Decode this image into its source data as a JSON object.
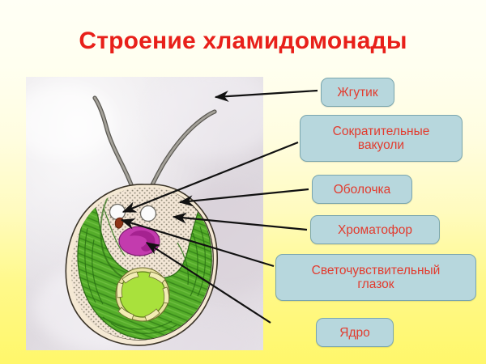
{
  "slide": {
    "title": "Строение хламидомонады",
    "title_color": "#e8201a",
    "background_top_color": "#fffff5",
    "background_bottom_color": "#fff76a"
  },
  "figure": {
    "caption_type": "biology-diagram-photo",
    "organism": "Chlamydomonas",
    "panel_background_color": "#e6e2e6",
    "parts": [
      {
        "name": "flagellum-left",
        "color": "#8a8a86"
      },
      {
        "name": "flagellum-right",
        "color": "#8a8a86"
      },
      {
        "name": "cell-wall",
        "color": "#f2e3c8"
      },
      {
        "name": "cytoplasm",
        "color": "#f0e2d2"
      },
      {
        "name": "chromatophore",
        "color": "#4aa52a"
      },
      {
        "name": "pyrenoid",
        "color": "#a8e038"
      },
      {
        "name": "nucleus",
        "color": "#c33bae"
      },
      {
        "name": "contractile-vacuole-1",
        "color": "#ffffff"
      },
      {
        "name": "contractile-vacuole-2",
        "color": "#ffffff"
      },
      {
        "name": "eyespot",
        "color": "#8e3417"
      }
    ]
  },
  "labels": [
    {
      "id": "flagellum",
      "text": "Жгутик",
      "lines": [
        "Жгутик"
      ]
    },
    {
      "id": "vacuoles",
      "text": "Сократительные вакуоли",
      "lines": [
        "Сократительные",
        "вакуоли"
      ]
    },
    {
      "id": "membrane",
      "text": "Оболочка",
      "lines": [
        "Оболочка"
      ]
    },
    {
      "id": "chromatophore",
      "text": "Хроматофор",
      "lines": [
        "Хроматофор"
      ]
    },
    {
      "id": "eyespot",
      "text": "Светочувствительный глазок",
      "lines": [
        "Светочувствительный",
        "глазок"
      ]
    },
    {
      "id": "nucleus",
      "text": "Ядро",
      "lines": [
        "Ядро"
      ]
    }
  ],
  "label_style": {
    "fill": "#b7d7dd",
    "border": "#7aa6ae",
    "text_color": "#e23b2e"
  },
  "arrows": {
    "color": "#111111",
    "count": 6
  }
}
